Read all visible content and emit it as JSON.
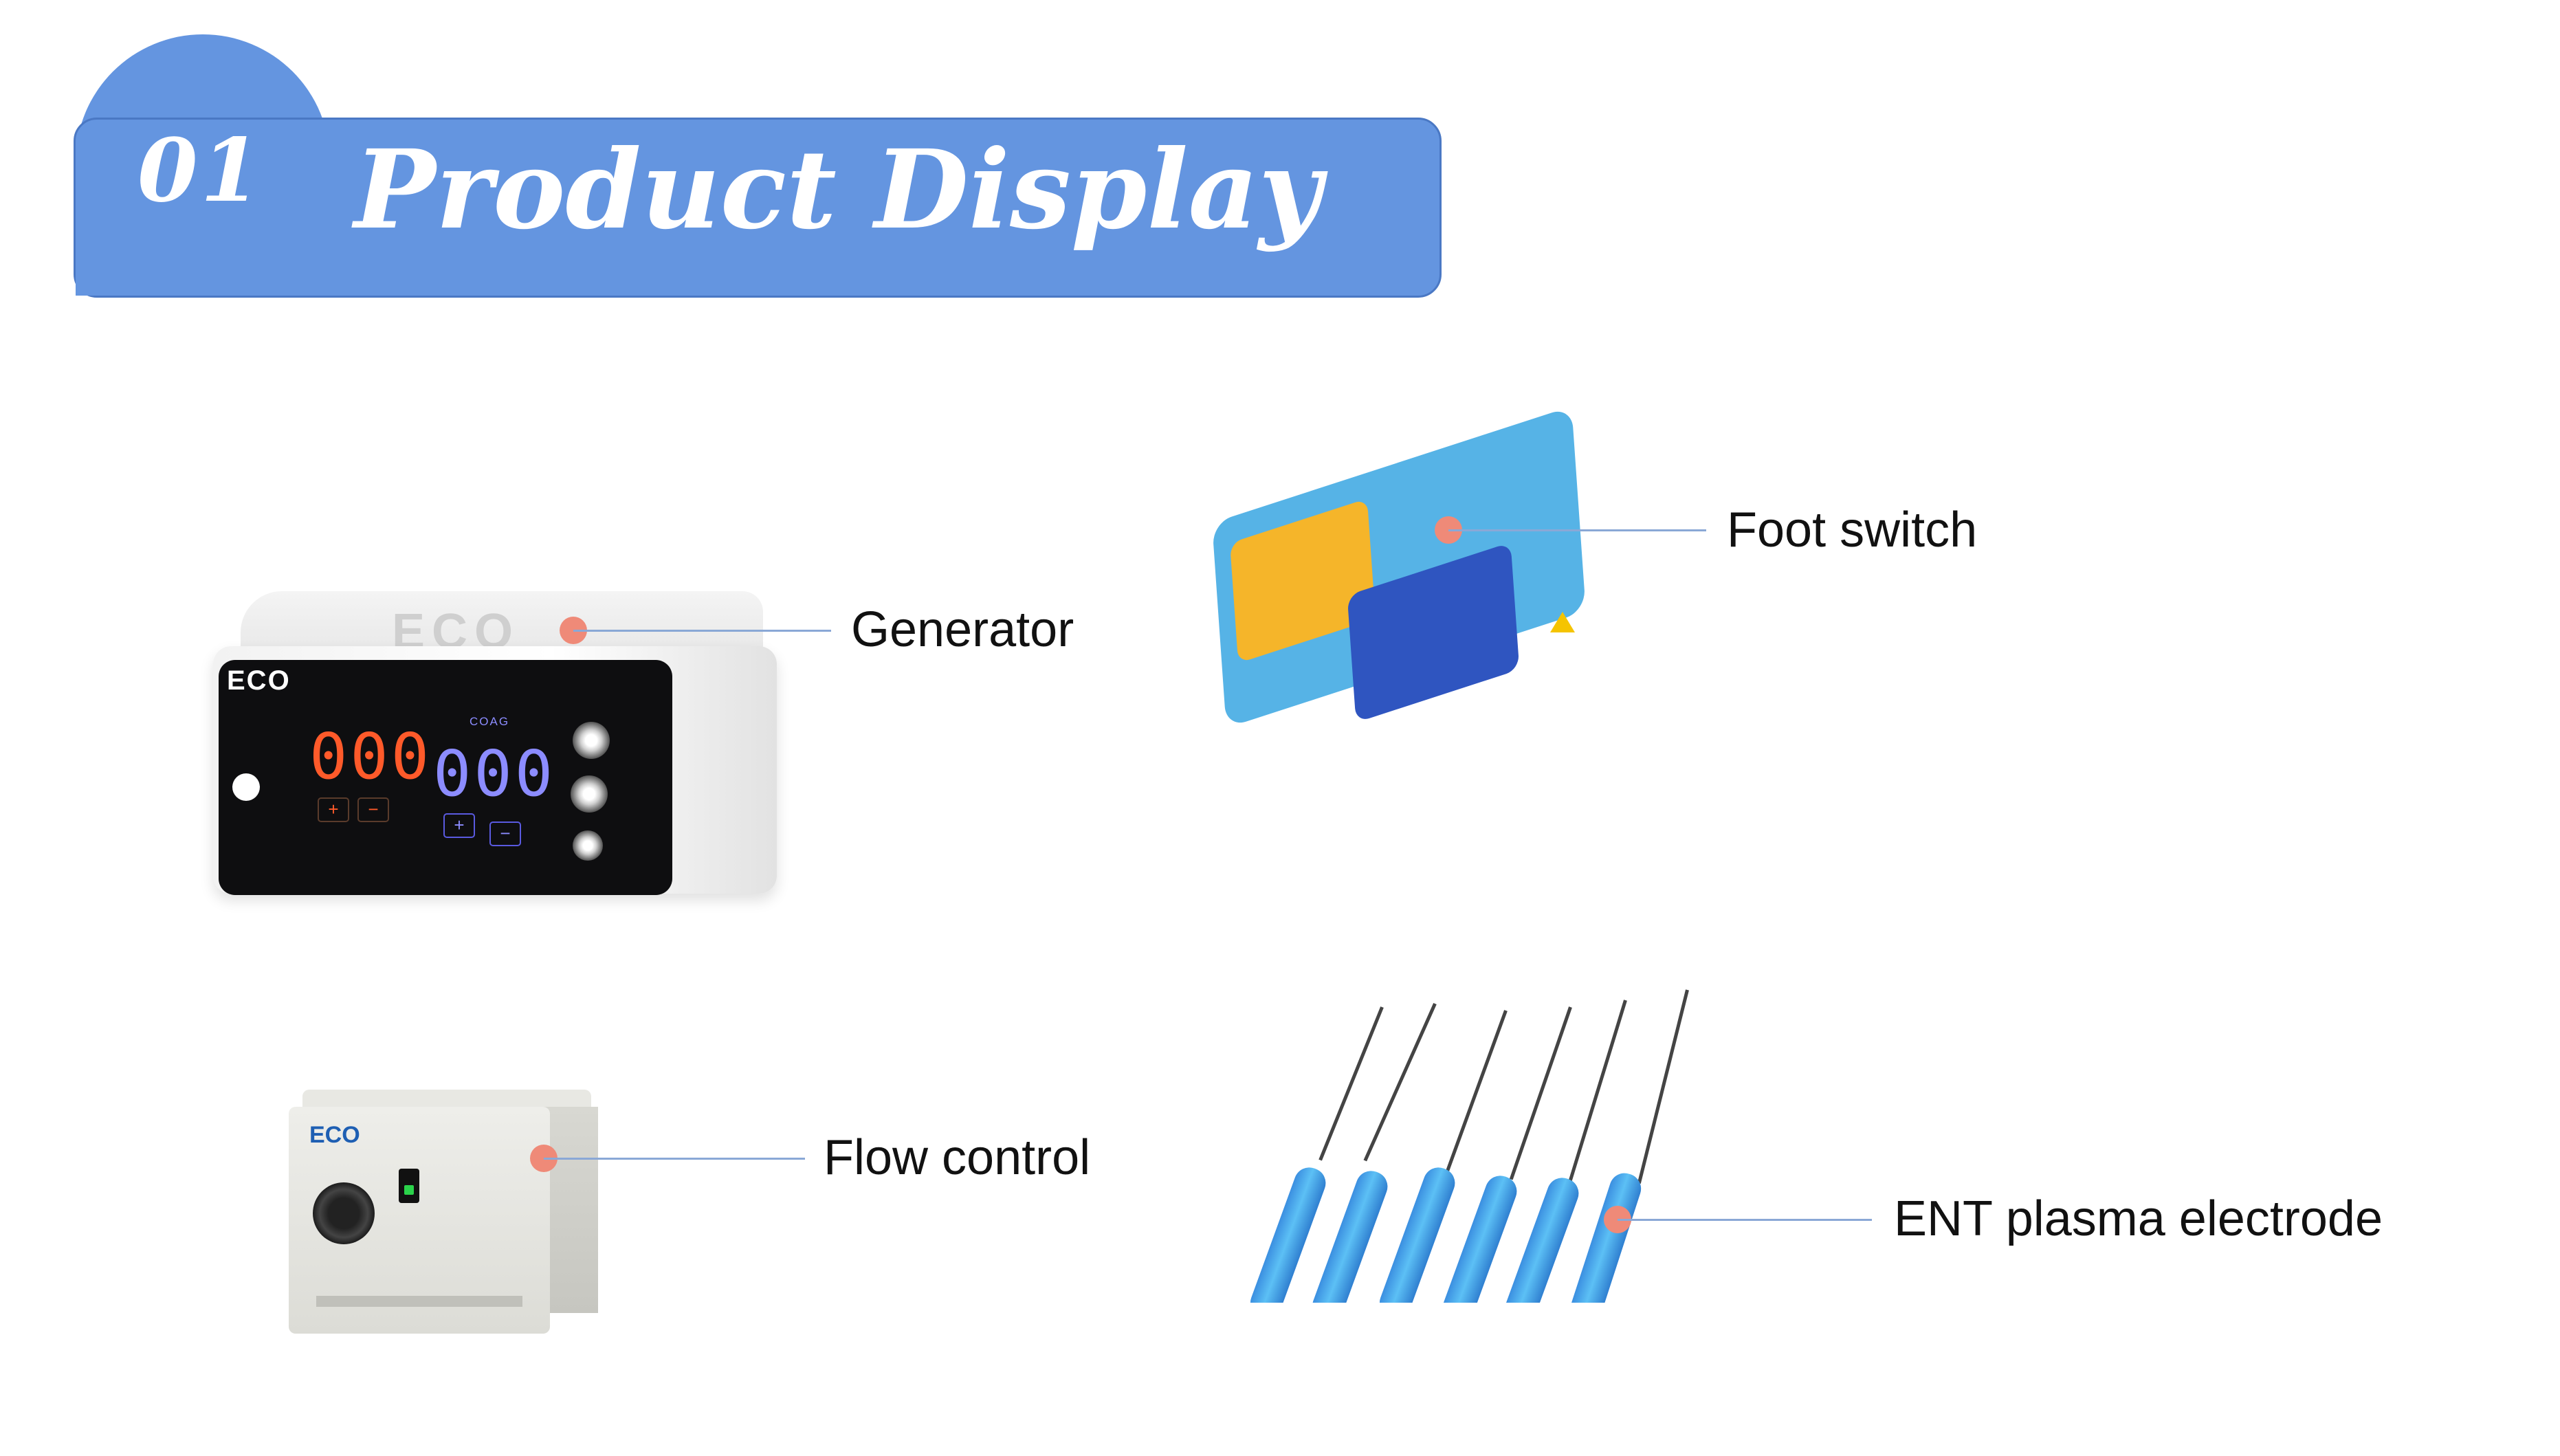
{
  "header": {
    "number": "01",
    "title": "Product Display"
  },
  "products": {
    "generator": {
      "label": "Generator",
      "brand": "ECO",
      "display_left": "000",
      "display_right": "000",
      "mode_label": "COAG",
      "plus": "+",
      "minus": "−"
    },
    "foot_switch": {
      "label": "Foot switch"
    },
    "flow_control": {
      "label": "Flow control",
      "brand": "ECO"
    },
    "ent_electrode": {
      "label": "ENT plasma electrode"
    }
  },
  "colors": {
    "banner": "#6495e0",
    "callout_dot": "#ef8a78",
    "leader_line": "#8aa8d6"
  }
}
